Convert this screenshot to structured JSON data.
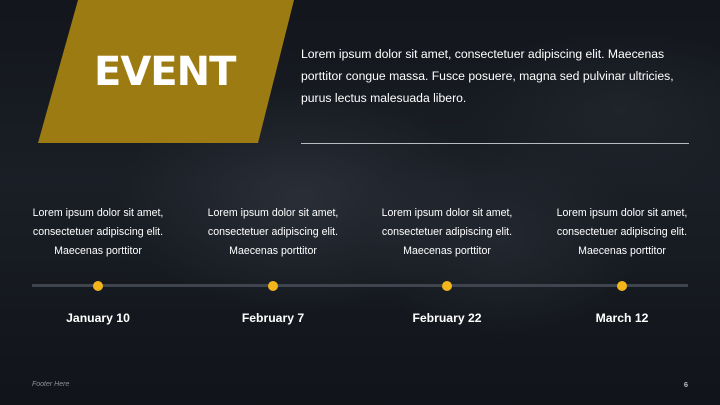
{
  "slide": {
    "title": "EVENT",
    "intro": "Lorem ipsum dolor sit amet, consectetuer adipiscing elit. Maecenas porttitor congue massa. Fusce posuere, magna sed pulvinar ultricies, purus lectus malesuada libero.",
    "accent_color": "#9c7c12",
    "dot_color": "#f2b51c",
    "events": [
      {
        "description": "Lorem ipsum dolor sit amet, consectetuer adipiscing elit. Maecenas porttitor",
        "date": "January 10"
      },
      {
        "description": "Lorem ipsum dolor sit amet, consectetuer adipiscing elit. Maecenas porttitor",
        "date": "February 7"
      },
      {
        "description": "Lorem ipsum dolor sit amet, consectetuer adipiscing elit. Maecenas porttitor",
        "date": "February 22"
      },
      {
        "description": "Lorem ipsum dolor sit amet, consectetuer adipiscing elit. Maecenas porttitor",
        "date": "March 12"
      }
    ],
    "footer": "Footer Here",
    "page_number": "6"
  }
}
